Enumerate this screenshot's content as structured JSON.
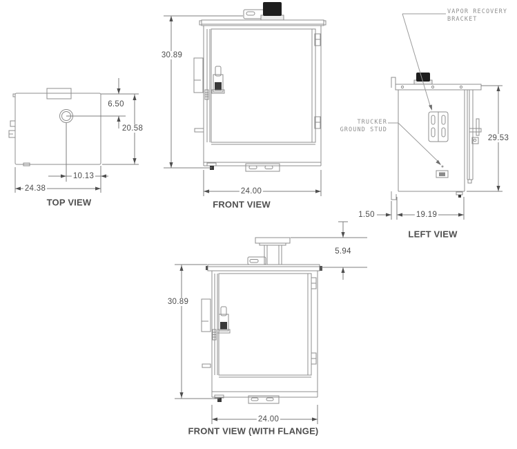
{
  "colors": {
    "line": "#8c8c8c",
    "dimension_line": "#7c7c7c",
    "dimension_text": "#4c4c4c",
    "title_text": "#4e4e4e",
    "annotation_text": "#8f8f8f",
    "knob_fill": "#1e1e1e"
  },
  "views": {
    "top": {
      "title": "TOP VIEW",
      "dim_overall_width": "24.38",
      "dim_port_offset": "10.13",
      "dim_port_from_top": "6.50",
      "dim_overall_depth": "20.58"
    },
    "front": {
      "title": "FRONT VIEW",
      "dim_height": "30.89",
      "dim_width": "24.00"
    },
    "left": {
      "title": "LEFT VIEW",
      "dim_height": "29.53",
      "dim_depth": "19.19",
      "dim_flange_offset": "1.50",
      "annotations": {
        "vapor_line1": "VAPOR RECOVERY",
        "vapor_line2": "BRACKET",
        "ground_line1": "TRUCKER",
        "ground_line2": "GROUND STUD"
      }
    },
    "front_flange": {
      "title": "FRONT VIEW (WITH FLANGE)",
      "dim_height": "30.89",
      "dim_width": "24.00",
      "dim_flange_height": "5.94"
    }
  }
}
